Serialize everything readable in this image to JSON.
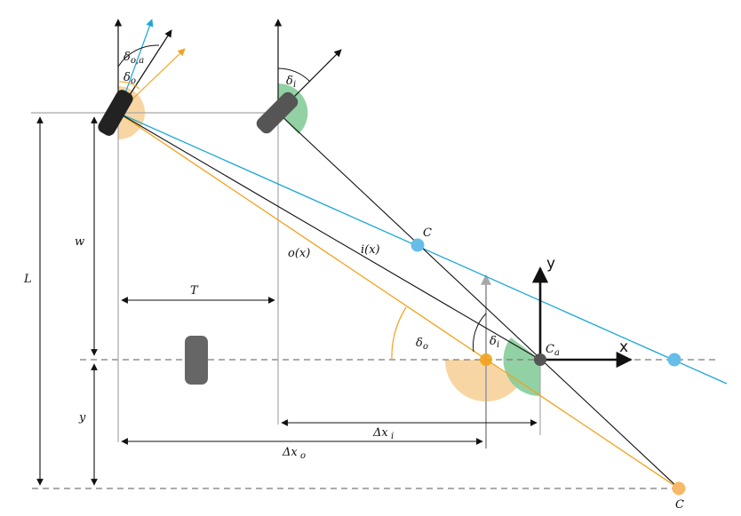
{
  "colors": {
    "black": "#111111",
    "gray": "#a8a8a8",
    "dash": "#7a7a7a",
    "blue": "#1aa7d9",
    "blue_fill": "#66bde8",
    "orange": "#f2a21d",
    "orange_fill": "#f7cf94",
    "green_fill": "#86cc9a",
    "wheel_dark": "#222222",
    "wheel_mid": "#555555",
    "wheel_light": "#666666"
  },
  "labels": {
    "L": "L",
    "w": "w",
    "y_dim": "y",
    "T": "T",
    "o_x": "o(x)",
    "i_x": "i(x)",
    "C_top": "C",
    "C_bottom": "C",
    "Ca_main": "C",
    "Ca_sub": "a",
    "delta": "δ",
    "delta_oa_sub": "o,a",
    "delta_o_sub": "o",
    "delta_i_sub": "i",
    "dx_i_main": "Δx",
    "dx_i_sub": "i",
    "dx_o_main": "Δx",
    "dx_o_sub": "o",
    "axis_x": "x",
    "axis_y": "y"
  },
  "icons": {
    "arrowheads": "arrow-icon",
    "wheels": "wheel-icon"
  }
}
